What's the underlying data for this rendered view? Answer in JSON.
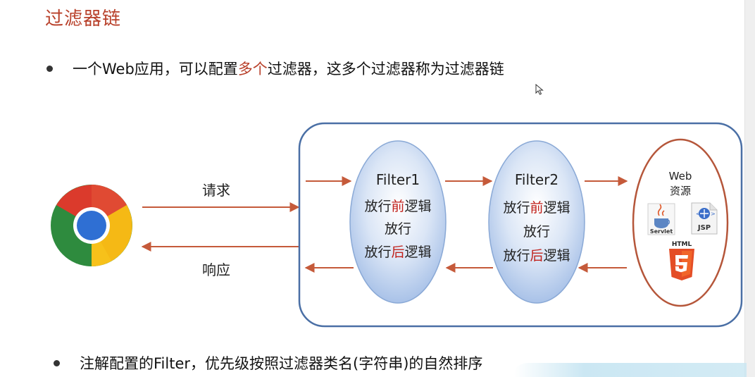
{
  "title": "过滤器链",
  "bullet1": {
    "before": "一个Web应用，可以配置",
    "highlight": "多个",
    "after": "过滤器，这多个过滤器称为过滤器链"
  },
  "bullet2": {
    "text": "注解配置的Filter，优先级按照过滤器类名(字符串)的自然排序"
  },
  "diagram": {
    "request_label": "请求",
    "response_label": "响应",
    "filter1": {
      "name": "Filter1",
      "line1_pre": "放行",
      "line1_hl": "前",
      "line1_post": "逻辑",
      "line2": "放行",
      "line3_pre": "放行",
      "line3_hl": "后",
      "line3_post": "逻辑"
    },
    "filter2": {
      "name": "Filter2",
      "line1_pre": "放行",
      "line1_hl": "前",
      "line1_post": "逻辑",
      "line2": "放行",
      "line3_pre": "放行",
      "line3_hl": "后",
      "line3_post": "逻辑"
    },
    "resource": {
      "line1": "Web",
      "line2": "资源",
      "servlet_label": "Servlet",
      "jsp_label": "JSP",
      "html_label": "HTML"
    },
    "colors": {
      "arrow": "#c55a3a",
      "container_border": "#4a6fa5",
      "ellipse_fill": "#c9d9f2",
      "resource_border": "#b5563a",
      "highlight": "#c0201a"
    }
  }
}
